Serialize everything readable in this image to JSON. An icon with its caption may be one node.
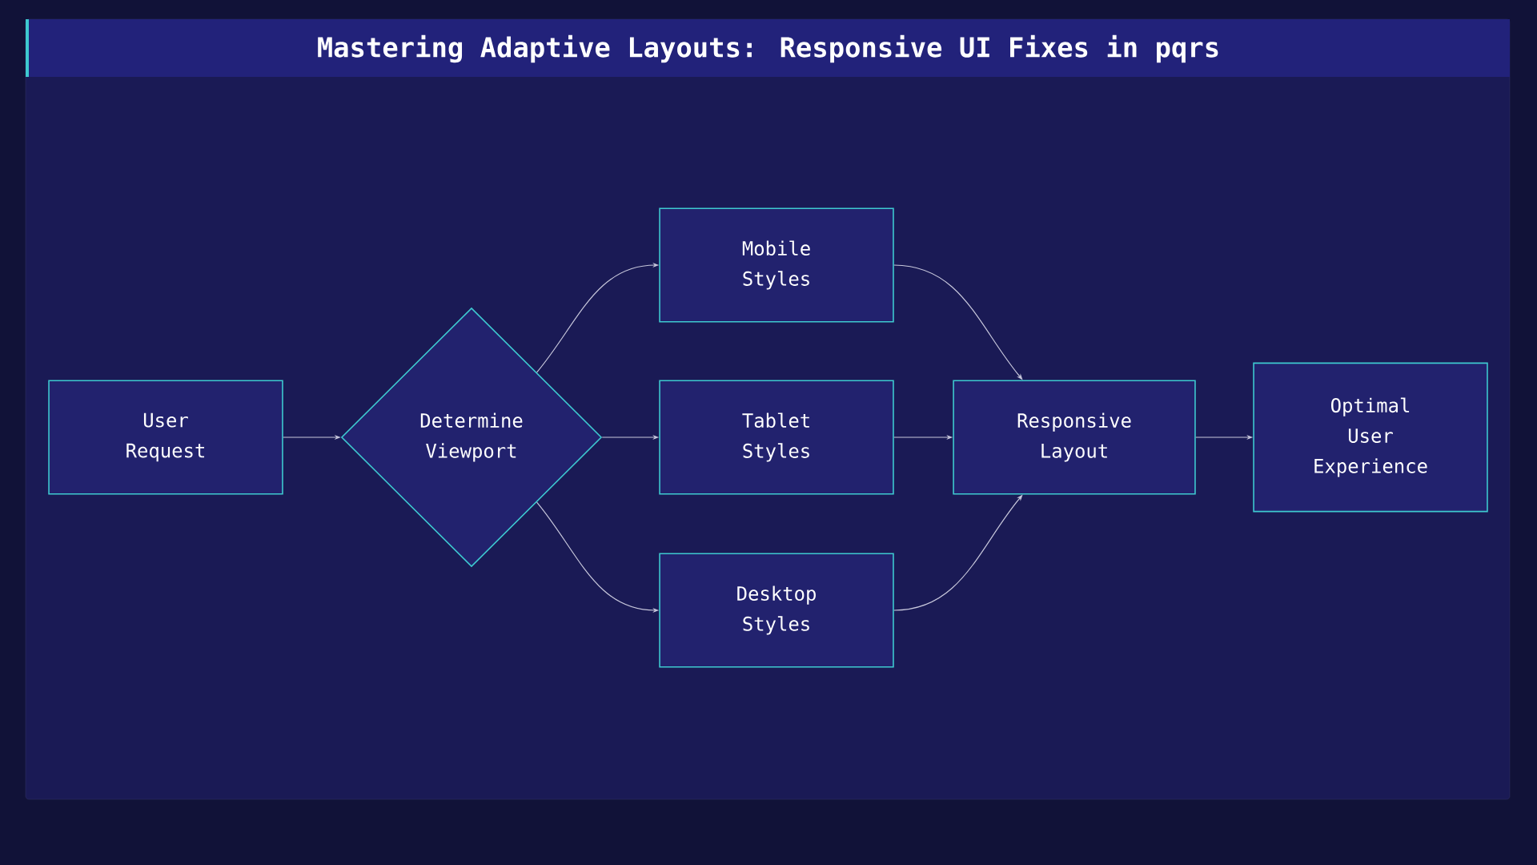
{
  "diagram": {
    "title": "Mastering Adaptive Layouts: Responsive UI Fixes in pqrs",
    "nodes": [
      {
        "text": [
          "User Request"
        ]
      },
      {
        "text": [
          "Determine Viewport"
        ]
      },
      {
        "text": [
          "Mobile Styles"
        ]
      },
      {
        "text": [
          "Tablet Styles"
        ]
      },
      {
        "text": [
          "Desktop Styles"
        ]
      },
      {
        "text": [
          "Responsive Layout"
        ]
      },
      {
        "text": [
          "Optimal User Experience"
        ]
      }
    ],
    "edges": [
      {
        "from": 0,
        "to": 1,
        "arrow": "to"
      },
      {
        "from": 1,
        "to": 2,
        "arrow": "to"
      },
      {
        "from": 1,
        "to": 3,
        "arrow": "to"
      },
      {
        "from": 1,
        "to": 4,
        "arrow": "to"
      },
      {
        "from": 2,
        "to": 5,
        "arrow": "to"
      },
      {
        "from": 3,
        "to": 5,
        "arrow": "to"
      },
      {
        "from": 4,
        "to": 5,
        "arrow": "to"
      },
      {
        "from": 5,
        "to": 6,
        "arrow": "to"
      }
    ]
  }
}
